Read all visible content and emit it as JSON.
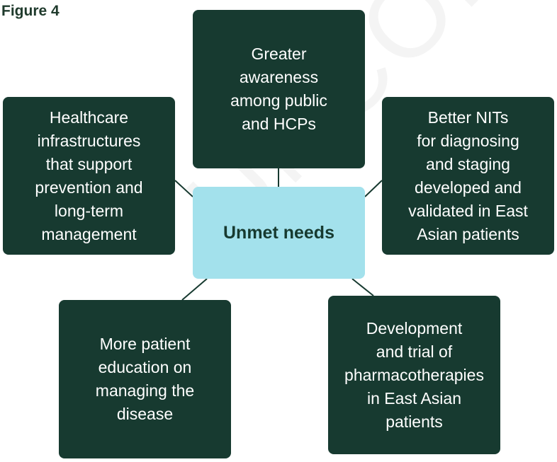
{
  "figure_label": "Figure 4",
  "watermark": "UNCORRECTED",
  "center": {
    "label": "Unmet needs"
  },
  "needs": {
    "top": "Greater\nawareness\namong public\nand HCPs",
    "left": "Healthcare\ninfrastructures\nthat support\nprevention and\nlong-term\nmanagement",
    "right": "Better NITs\nfor diagnosing\nand staging\ndeveloped and\nvalidated in East\nAsian patients",
    "bottom_left": "More patient\neducation on\nmanaging the\ndisease",
    "bottom_right": "Development\nand trial of\npharmacotherapies\nin East Asian\npatients"
  },
  "colors": {
    "box_fill": "#173a30",
    "center_fill": "#a3e1ec",
    "connector": "#173a30",
    "label_text": "#1f3a2c"
  }
}
